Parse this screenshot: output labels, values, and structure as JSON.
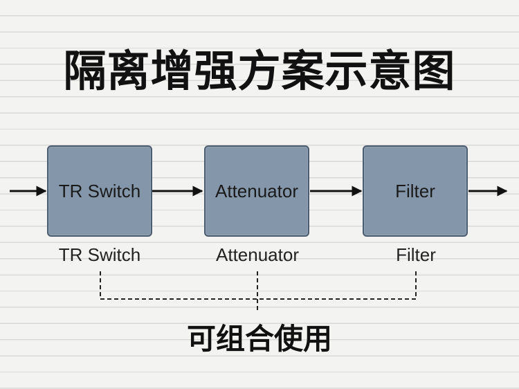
{
  "title": "隔离增强方案示意图",
  "blocks": [
    {
      "label": "TR Switch",
      "caption": "TR Switch"
    },
    {
      "label": "Attenuator",
      "caption": "Attenuator"
    },
    {
      "label": "Filter",
      "caption": "Filter"
    }
  ],
  "footer_text": "可组合使用",
  "colors": {
    "block_fill": "#8496aa",
    "block_border": "#4c5c70",
    "arrow": "#111111",
    "background": "#f3f3f1"
  }
}
